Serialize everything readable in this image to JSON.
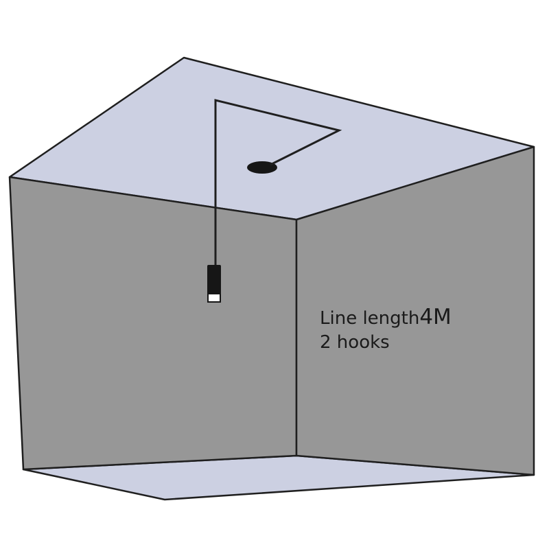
{
  "colors": {
    "ceiling": "#ccd0e2",
    "floor": "#ccd0e2",
    "back_wall": "#979797",
    "right_wall": "#979797",
    "outline": "#1f1f1f",
    "cord": "#1f1f1f",
    "lamp_body": "#161616",
    "lamp_lens": "#ffffff"
  },
  "labels": {
    "line_length_prefix": "Line length",
    "line_length_value": "4M",
    "hooks": "2 hooks"
  }
}
